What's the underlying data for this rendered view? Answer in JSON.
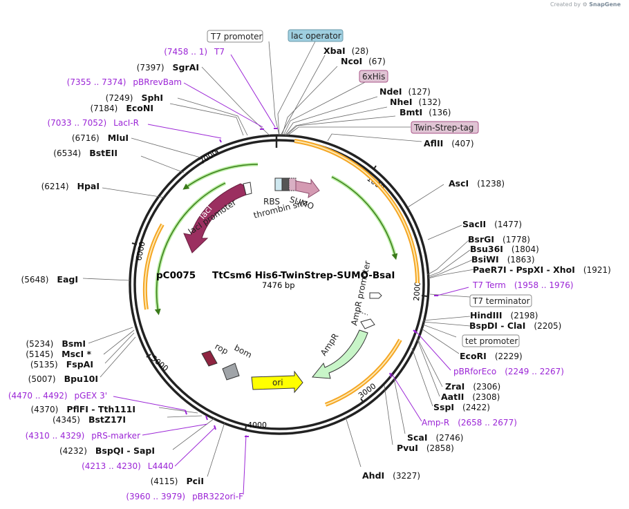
{
  "credit": {
    "prefix": "Created by",
    "brand": "SnapGene"
  },
  "plasmid": {
    "left_name": "pC0075",
    "name": "TtCsm6 His6-TwinStrep-SUMO-BsaI",
    "length": "7476 bp"
  },
  "ticks": [
    "1000",
    "2000",
    "3000",
    "4000",
    "5000",
    "6000",
    "7000"
  ],
  "sites": [
    {
      "name": "XbaI",
      "pos": "(28)"
    },
    {
      "name": "NcoI",
      "pos": "(67)"
    },
    {
      "name": "NdeI",
      "pos": "(127)"
    },
    {
      "name": "NheI",
      "pos": "(132)"
    },
    {
      "name": "BmtI",
      "pos": "(136)"
    },
    {
      "name": "AflII",
      "pos": "(407)"
    },
    {
      "name": "AscI",
      "pos": "(1238)"
    },
    {
      "name": "SacII",
      "pos": "(1477)"
    },
    {
      "name": "BsrGI",
      "pos": "(1778)"
    },
    {
      "name": "Bsu36I",
      "pos": "(1804)"
    },
    {
      "name": "BsiWI",
      "pos": "(1863)"
    },
    {
      "name": "PaeR7I  -  PspXI  -  XhoI",
      "pos": "(1921)"
    },
    {
      "name": "HindIII",
      "pos": "(2198)"
    },
    {
      "name": "BspDI  -  ClaI",
      "pos": "(2205)"
    },
    {
      "name": "EcoRI",
      "pos": "(2229)"
    },
    {
      "name": "ZraI",
      "pos": "(2306)"
    },
    {
      "name": "AatII",
      "pos": "(2308)"
    },
    {
      "name": "SspI",
      "pos": "(2422)"
    },
    {
      "name": "ScaI",
      "pos": "(2746)"
    },
    {
      "name": "PvuI",
      "pos": "(2858)"
    },
    {
      "name": "AhdI",
      "pos": "(3227)"
    },
    {
      "name": "PciI",
      "pos": "(4115)"
    },
    {
      "name": "BspQI  -  SapI",
      "pos": "(4232)"
    },
    {
      "name": "BstZ17I",
      "pos": "(4345)"
    },
    {
      "name": "PflFI  -  Tth111I",
      "pos": "(4370)"
    },
    {
      "name": "Bpu10I",
      "pos": "(5007)"
    },
    {
      "name": "FspAI",
      "pos": "(5135)"
    },
    {
      "name": "MscI *",
      "pos": "(5145)"
    },
    {
      "name": "BsmI",
      "pos": "(5234)"
    },
    {
      "name": "EagI",
      "pos": "(5648)"
    },
    {
      "name": "HpaI",
      "pos": "(6214)"
    },
    {
      "name": "BstEII",
      "pos": "(6534)"
    },
    {
      "name": "MluI",
      "pos": "(6716)"
    },
    {
      "name": "EcoNI",
      "pos": "(7184)"
    },
    {
      "name": "SphI",
      "pos": "(7249)"
    },
    {
      "name": "SgrAI",
      "pos": "(7397)"
    }
  ],
  "primers": [
    {
      "range": "(7458 .. 1)",
      "name": "T7"
    },
    {
      "range": "(7355 .. 7374)",
      "name": "pBRrevBam"
    },
    {
      "range": "(7033 .. 7052)",
      "name": "LacI-R"
    },
    {
      "range": "(1958 .. 1976)",
      "name": "T7 Term"
    },
    {
      "range": "(2249 .. 2267)",
      "name": "pBRforEco"
    },
    {
      "range": "(2658 .. 2677)",
      "name": "Amp-R"
    },
    {
      "range": "(4470 .. 4492)",
      "name": "pGEX 3'"
    },
    {
      "range": "(4310 .. 4329)",
      "name": "pRS-marker"
    },
    {
      "range": "(4213 .. 4230)",
      "name": "L4440"
    },
    {
      "range": "(3960 .. 3979)",
      "name": "pBR322ori-F"
    }
  ],
  "boxed_features": [
    "T7 promoter",
    "lac operator",
    "6xHis",
    "Twin-Strep-tag",
    "T7 terminator",
    "tet promoter"
  ],
  "feature_labels": [
    "RBS",
    "SUMO",
    "thrombin site",
    "lacI",
    "lacI promoter",
    "AmpR promoter",
    "AmpR",
    "rop",
    "bom",
    "ori"
  ],
  "colors": {
    "purple": "#9b25d6",
    "orange": "#f5a623",
    "green": "#4a9a2a",
    "laci": "#9b2f60",
    "sumo": "#d49ab2",
    "ampr": "#c8f5c8",
    "ori": "#ffff00",
    "rop": "#8e2440",
    "bom": "#a0a4a8",
    "lacop": "#9fcfe0"
  }
}
